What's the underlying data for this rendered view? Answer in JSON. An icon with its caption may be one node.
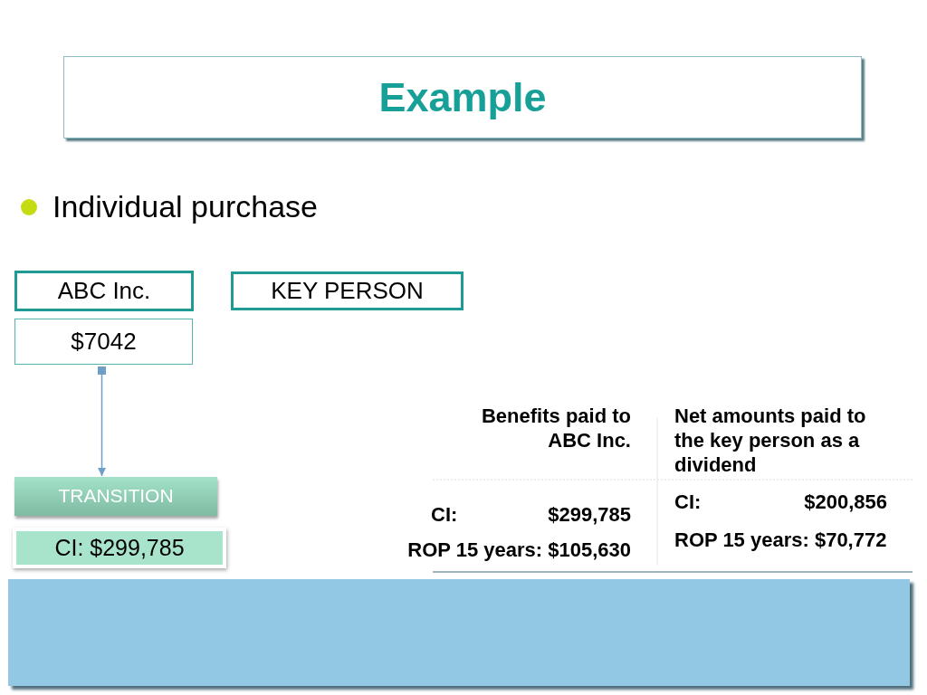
{
  "diagram": {
    "title": "Example",
    "nodes": [
      {
        "text": [
          "ABC Inc."
        ]
      },
      {
        "text": [
          "KEY PERSON"
        ]
      },
      {
        "text": [
          "$7042"
        ]
      },
      {
        "text": [
          "TRANSITION"
        ]
      },
      {
        "text": [
          "CI: $299,785"
        ]
      }
    ],
    "edges": [
      {
        "from": 2,
        "to": 3,
        "arrow": "to"
      }
    ],
    "labels": [
      "Individual purchase",
      "Benefits paid to ABC Inc.",
      "Net amounts paid to the key person as a dividend",
      "CI:",
      "$299,785",
      "ROP 15 years: $105,630",
      "CI:",
      "$200,856",
      "ROP 15 years: $70,772"
    ]
  }
}
